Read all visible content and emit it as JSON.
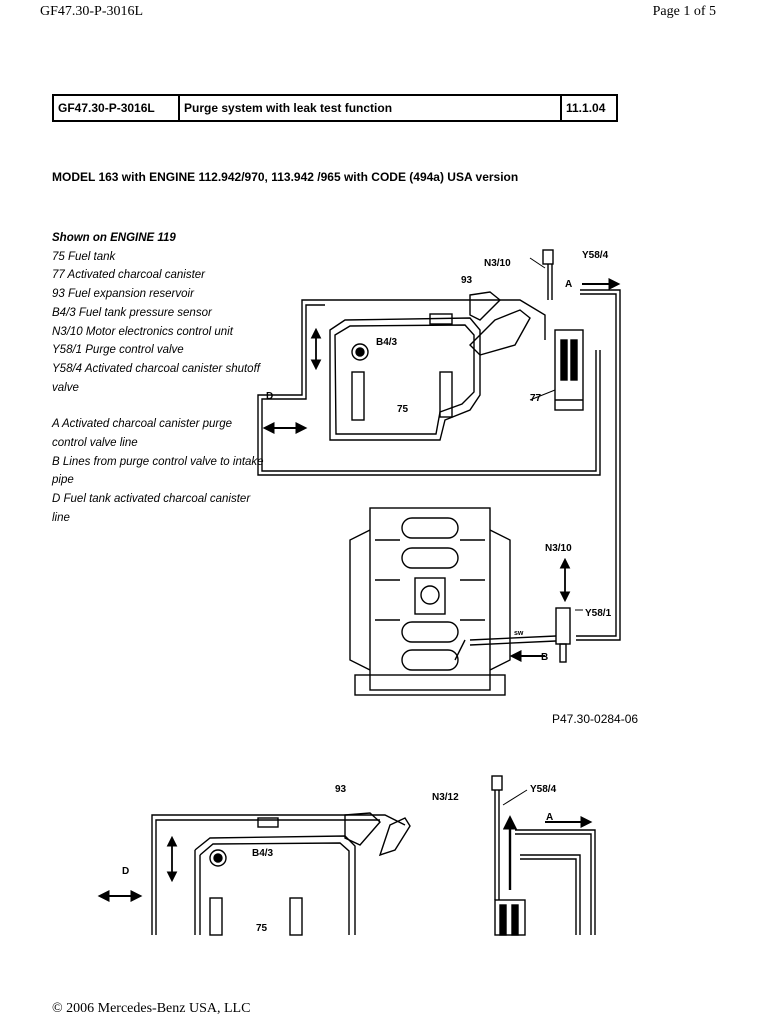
{
  "header": {
    "doc_id": "GF47.30-P-3016L",
    "page": "Page 1 of 5"
  },
  "title_row": {
    "id": "GF47.30-P-3016L",
    "title": "Purge system with leak test function",
    "date": "11.1.04"
  },
  "model_line": "MODEL  163 with ENGINE 112.942/970, 113.942 /965 with CODE (494a) USA version",
  "legend": {
    "shown_on": "Shown on ENGINE 119",
    "components": [
      "75 Fuel tank",
      "77 Activated charcoal canister",
      "93 Fuel expansion reservoir",
      "B4/3 Fuel tank pressure sensor",
      "N3/10 Motor electronics control unit",
      "Y58/1 Purge control valve",
      "Y58/4 Activated charcoal canister shutoff valve"
    ],
    "lines": [
      "A Activated charcoal canister purge control valve line",
      "B Lines from purge control valve to intake pipe",
      "D Fuel tank activated charcoal canister line"
    ]
  },
  "diagram1": {
    "labels": {
      "n3_10_top": "N3/10",
      "y58_4": "Y58/4",
      "a": "A",
      "r93": "93",
      "b4_3": "B4/3",
      "d": "D",
      "t75": "75",
      "c77": "77",
      "n3_10_low": "N3/10",
      "y58_1": "Y58/1",
      "sw": "sw",
      "b": "B"
    },
    "figure_code": "P47.30-0284-06"
  },
  "diagram2": {
    "labels": {
      "r93": "93",
      "n3_12": "N3/12",
      "y58_4": "Y58/4",
      "a": "A",
      "b4_3": "B4/3",
      "d": "D",
      "t75": "75"
    }
  },
  "footer": "© 2006 Mercedes-Benz USA, LLC"
}
